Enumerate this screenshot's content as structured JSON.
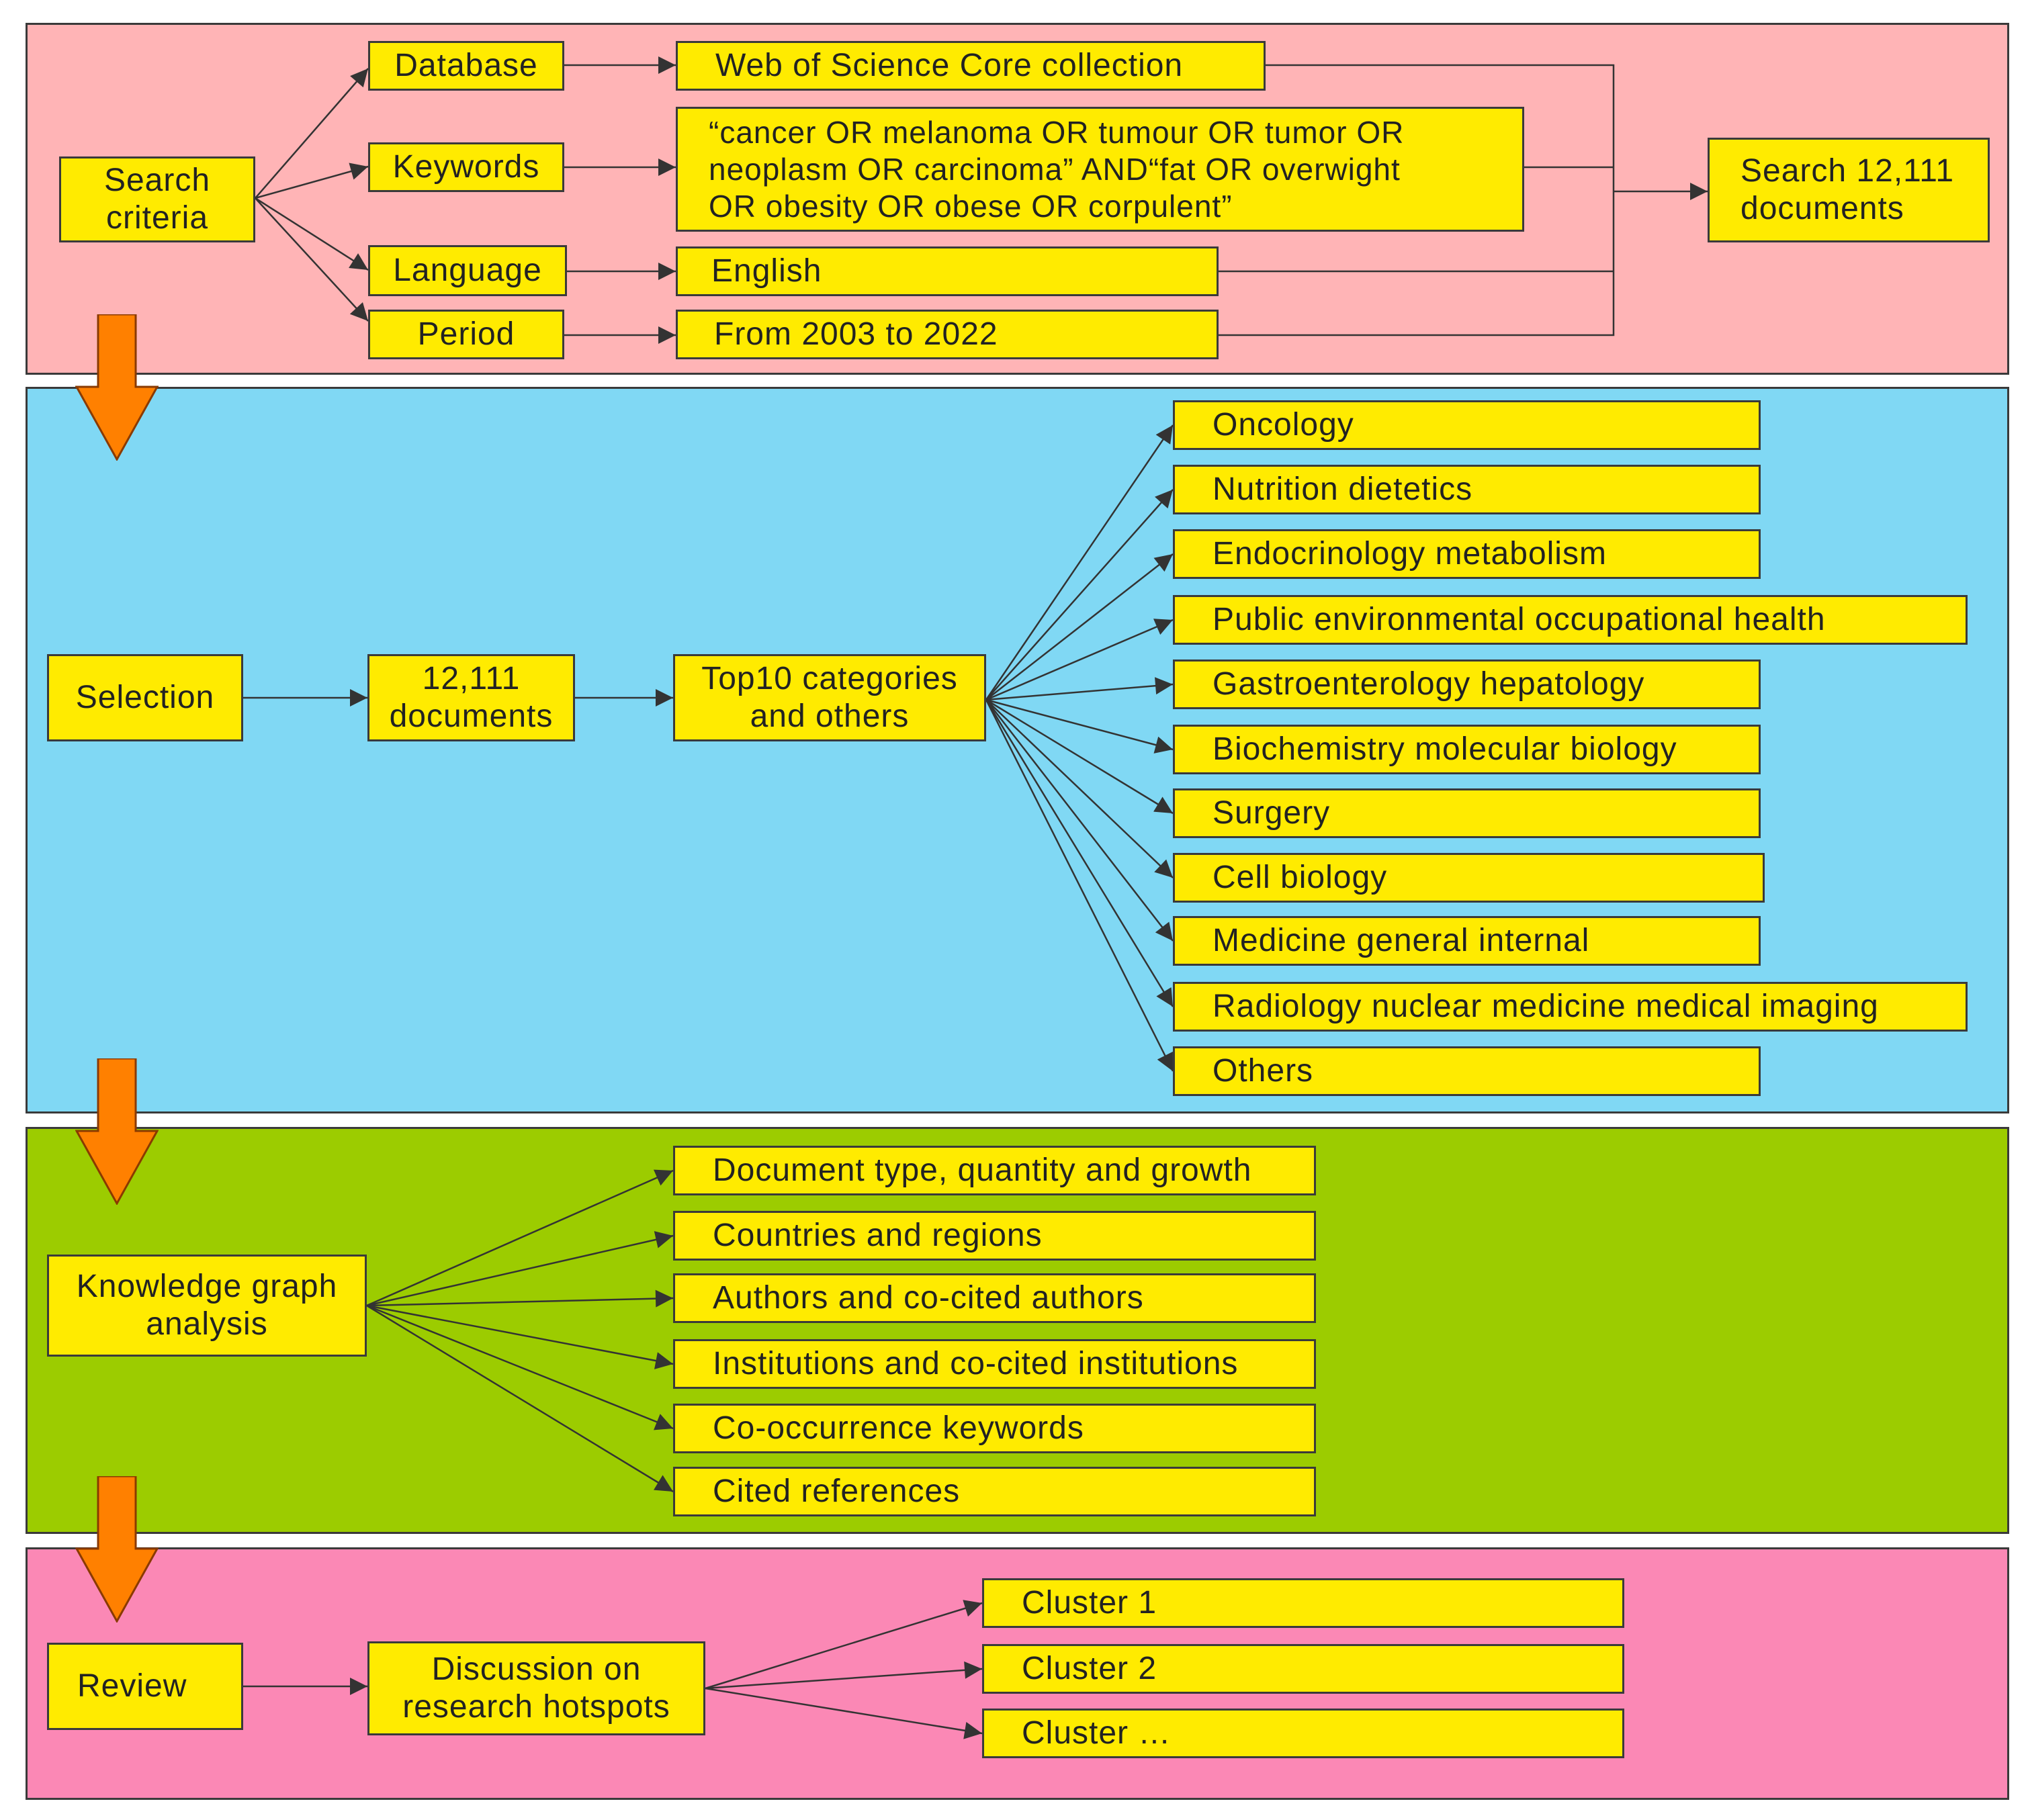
{
  "colors": {
    "panel_search": "#ffb4b6",
    "panel_selection": "#80d8f4",
    "panel_analysis": "#9ccc00",
    "panel_review": "#fb88b5",
    "node_fill": "#ffeb00",
    "stage_arrow": "#ff8000",
    "line": "#333333"
  },
  "search": {
    "label": "Search\ncriteria",
    "params": [
      "Database",
      "Keywords",
      "Language",
      "Period"
    ],
    "values": [
      "Web of Science Core collection",
      "“cancer OR melanoma OR tumour OR tumor OR\nneoplasm OR carcinoma” AND“fat OR overwight\nOR obesity OR obese OR corpulent”",
      "English",
      "From 2003 to 2022"
    ],
    "result": "Search 12,111\ndocuments"
  },
  "selection": {
    "label": "Selection",
    "documents": "12,111\ndocuments",
    "top10": "Top10 categories\nand others",
    "categories": [
      "Oncology",
      "Nutrition dietetics",
      "Endocrinology metabolism",
      "Public environmental occupational health",
      "Gastroenterology hepatology",
      "Biochemistry molecular biology",
      "Surgery",
      "Cell biology",
      "Medicine general internal",
      "Radiology nuclear medicine medical imaging",
      "Others"
    ]
  },
  "analysis": {
    "label": "Knowledge graph\nanalysis",
    "items": [
      "Document type, quantity and growth",
      "Countries and regions",
      "Authors and co-cited authors",
      "Institutions and co-cited institutions",
      "Co-occurrence keywords",
      "Cited references"
    ]
  },
  "review": {
    "label": "Review",
    "discussion": "Discussion on\nresearch hotspots",
    "clusters": [
      "Cluster 1",
      "Cluster 2",
      "Cluster …"
    ]
  }
}
